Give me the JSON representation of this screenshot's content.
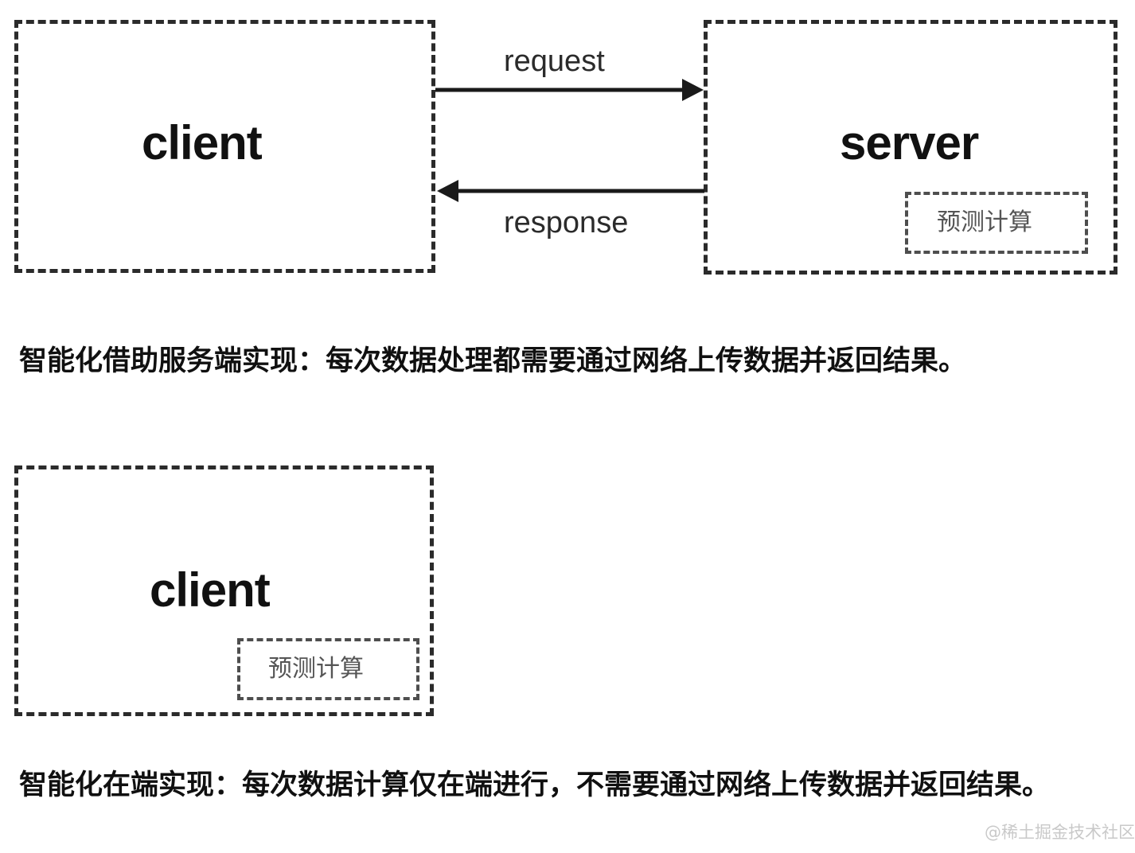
{
  "diagram": {
    "title_semantics": "client-server vs on-device intelligence comparison",
    "top_figure": {
      "client_box": {
        "label": "client"
      },
      "server_box": {
        "label": "server",
        "inner_box": {
          "label": "预测计算"
        }
      },
      "arrows": [
        {
          "label": "request",
          "direction": "right",
          "from": "client",
          "to": "server"
        },
        {
          "label": "response",
          "direction": "left",
          "from": "server",
          "to": "client"
        }
      ]
    },
    "top_caption": "智能化借助服务端实现：每次数据处理都需要通过网络上传数据并返回结果。",
    "bottom_figure": {
      "client_box": {
        "label": "client",
        "inner_box": {
          "label": "预测计算"
        }
      }
    },
    "bottom_caption": "智能化在端实现：每次数据计算仅在端进行，不需要通过网络上传数据并返回结果。",
    "watermark": "@稀土掘金技术社区",
    "colors": {
      "box_stroke": "#2b2b2b",
      "inner_box_stroke": "#4e4e4e",
      "text": "#101010",
      "inner_label_text": "#555555",
      "arrow": "#1a1a1a",
      "watermark": "#c9c9c9",
      "background": "#ffffff"
    }
  }
}
